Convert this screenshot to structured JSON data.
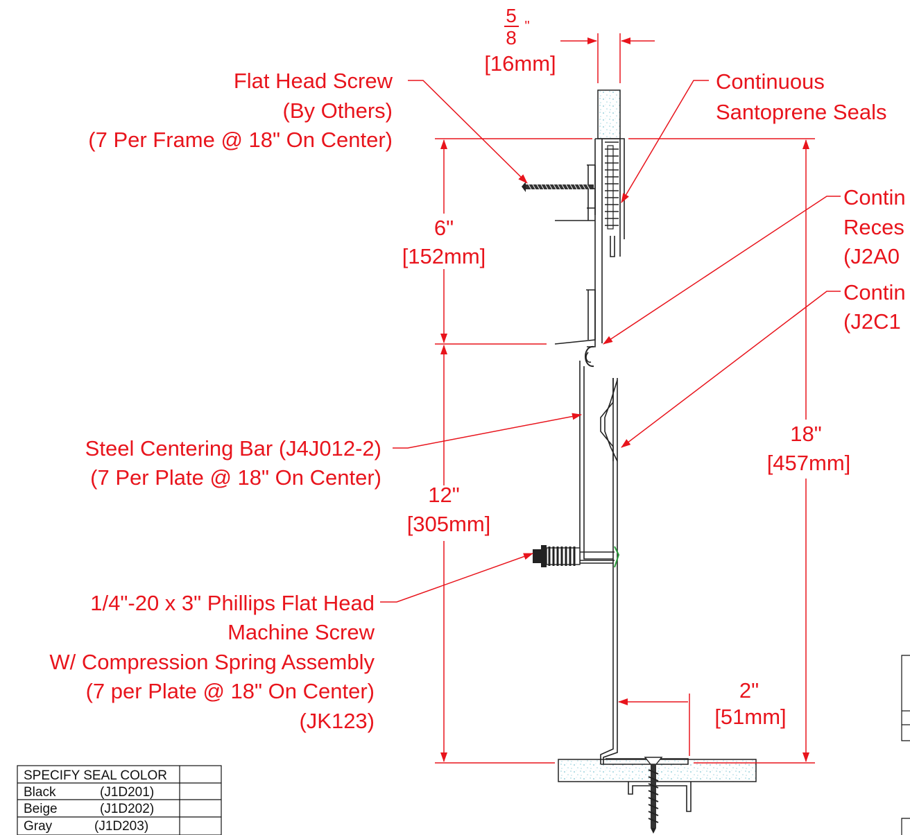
{
  "colors": {
    "annotation": "#e8141c",
    "linework": "#222222",
    "substrate": "#a8dde6",
    "weld": "#2a9d3b"
  },
  "labels": {
    "flat_head_screw": [
      "Flat Head Screw",
      "(By Others)",
      "(7 Per Frame @ 18\" On Center)"
    ],
    "continuous_seals": [
      "Continuous",
      "Santoprene Seals"
    ],
    "recess": [
      "Contin",
      "Reces",
      "(J2A0"
    ],
    "contin_2": [
      "Contin",
      "(J2C1"
    ],
    "centering_bar": [
      "Steel Centering Bar (J4J012-2)",
      "(7 Per Plate @ 18\" On Center)"
    ],
    "machine_screw": [
      "1/4\"-20 x 3\" Phillips Flat Head",
      "Machine Screw",
      "W/ Compression Spring Assembly",
      "(7 per Plate @ 18\" On Center)",
      "(JK123)"
    ]
  },
  "dimensions": {
    "width_top": {
      "numerator": "5",
      "denominator": "8",
      "inch_mark": "\"",
      "metric": "[16mm]"
    },
    "d6": {
      "imperial": "6\"",
      "metric": "[152mm]"
    },
    "d12": {
      "imperial": "12\"",
      "metric": "[305mm]"
    },
    "d18": {
      "imperial": "18\"",
      "metric": "[457mm]"
    },
    "d2": {
      "imperial": "2\"",
      "metric": "[51mm]"
    }
  },
  "seal_table": {
    "header": "SPECIFY SEAL COLOR",
    "rows": [
      {
        "color": "Black",
        "code": "(J1D201)"
      },
      {
        "color": "Beige",
        "code": "(J1D202)"
      },
      {
        "color": "Gray",
        "code": "(J1D203)"
      }
    ]
  }
}
